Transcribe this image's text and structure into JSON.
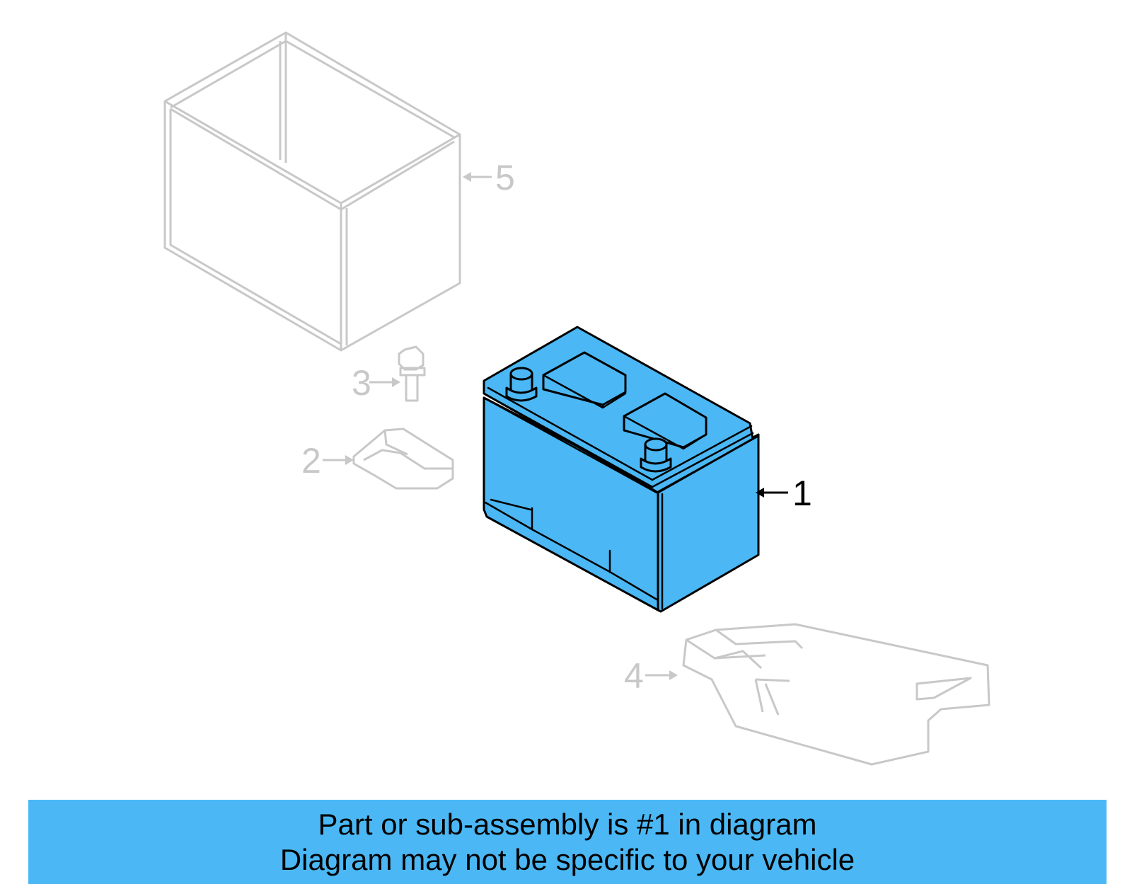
{
  "diagram": {
    "highlight_color": "#4bb8f5",
    "ghost_color": "#c8c8c8",
    "callouts": {
      "part1": "1",
      "part2": "2",
      "part3": "3",
      "part4": "4",
      "part5": "5"
    }
  },
  "banner": {
    "line1": "Part or sub-assembly is #1 in diagram",
    "line2": "Diagram may not be specific to your vehicle"
  }
}
